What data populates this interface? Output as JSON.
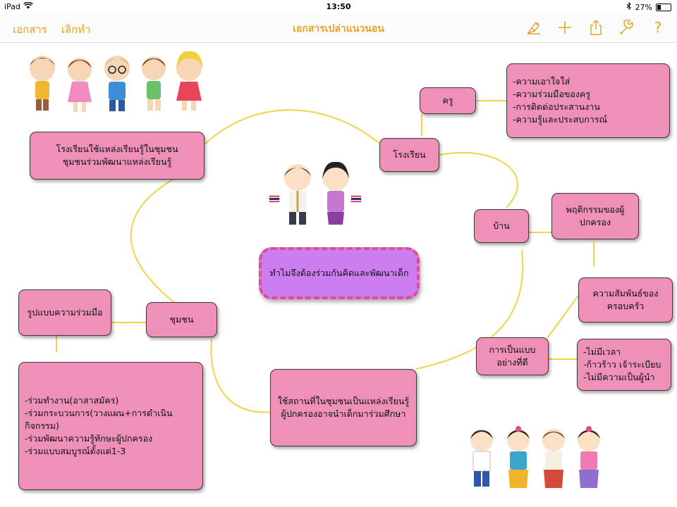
{
  "status_bar": {
    "device": "iPad",
    "time": "13:50",
    "battery": "27%",
    "battery_level": 0.27
  },
  "toolbar": {
    "documents_label": "เอกสาร",
    "undo_label": "เลิกทำ",
    "title": "เอกสารเปล่าแนวนอน",
    "icons": [
      "brush-icon",
      "plus-icon",
      "share-icon",
      "wrench-icon",
      "help-icon"
    ],
    "help_label": "?"
  },
  "colors": {
    "accent": "#e7a12a",
    "node_fill": "#ee90b8",
    "central_fill": "#cc7ef0",
    "central_border": "#e24c8a",
    "connector": "#f1d34a"
  },
  "mindmap": {
    "central": "ทำไมจึงต้องร่วมกันคิดและพัฒนาเด็ก",
    "nodes": {
      "school_community": "โรงเรียนใช้แหล่งเรียนรู้ในชุมชน\nชุมชนร่วมพัฒนาแหล่งเรียนรู้",
      "school": "โรงเรียน",
      "teacher": "ครู",
      "teacher_traits": "-ความเอาใจใส่\n-ความร่วมมือของครู\n-การติดต่อประสานงาน\n-ความรู้และประสบการณ์",
      "home": "บ้าน",
      "parent_behavior": "พฤติกรรมของผู้\nปกครอง",
      "family_relation": "ความสัมพันธ์ของ\nครอบครัว",
      "role_model": "การเป็นแบบ\nอย่างที่ดี",
      "role_model_traits": "-ไม่มีเวลา\n-ก้าวร้าว เจ้าระเบียบ\n-ไม่มีความเป็นผู้นำ",
      "community_places": "ใช้สถานที่ในชุมชนเป็นแหล่งเรียนรู้\nผู้ปกครองอาจนำเด็กมาร่วมศึกษา",
      "community": "ชุมชน",
      "cooperation_form": "รูปแบบความร่วมมือ",
      "cooperation_list": "-ร่วมทำงาน(อาสาสมัคร)\n-ร่วมกระบวนการ(วางแผน+การดำเนิน\nกิจกรรม)\n-ร่วมพัฒนาความรู้ทักษะผู้ปกครอง\n-ร่วมแบบสมบูรณ์ตั้งแต่1-3"
    }
  }
}
